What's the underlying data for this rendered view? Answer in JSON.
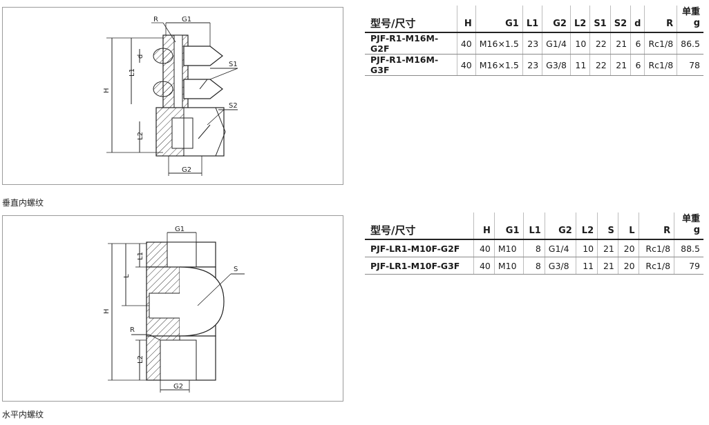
{
  "section1": {
    "caption": "垂直内螺纹",
    "dims": {
      "G1": "G1",
      "R": "R",
      "d": "d",
      "L1": "L1",
      "S1": "S1",
      "S2": "S2",
      "H": "H",
      "L2": "L2",
      "G2": "G2"
    },
    "table": {
      "headers": {
        "model": "型号/尺寸",
        "H": "H",
        "G1": "G1",
        "L1": "L1",
        "G2": "G2",
        "L2": "L2",
        "S1": "S1",
        "S2": "S2",
        "d": "d",
        "R": "R",
        "weight_line1": "单重",
        "weight_line2": "g"
      },
      "rows": [
        {
          "model": "PJF-R1-M16M-G2F",
          "H": "40",
          "G1": "M16×1.5",
          "L1": "23",
          "G2": "G1/4",
          "L2": "10",
          "S1": "22",
          "S2": "21",
          "d": "6",
          "R": "Rc1/8",
          "weight": "86.5"
        },
        {
          "model": "PJF-R1-M16M-G3F",
          "H": "40",
          "G1": "M16×1.5",
          "L1": "23",
          "G2": "G3/8",
          "L2": "11",
          "S1": "22",
          "S2": "21",
          "d": "6",
          "R": "Rc1/8",
          "weight": "78"
        }
      ]
    }
  },
  "section2": {
    "caption": "水平内螺纹",
    "dims": {
      "G1": "G1",
      "L1": "L1",
      "L": "L",
      "S": "S",
      "H": "H",
      "R": "R",
      "L2": "L2",
      "G2": "G2"
    },
    "table": {
      "headers": {
        "model": "型号/尺寸",
        "H": "H",
        "G1": "G1",
        "L1": "L1",
        "G2": "G2",
        "L2": "L2",
        "S": "S",
        "L": "L",
        "R": "R",
        "weight_line1": "单重",
        "weight_line2": "g"
      },
      "rows": [
        {
          "model": "PJF-LR1-M10F-G2F",
          "H": "40",
          "G1": "M10",
          "L1": "8",
          "G2": "G1/4",
          "L2": "10",
          "S": "21",
          "L": "20",
          "R": "Rc1/8",
          "weight": "88.5"
        },
        {
          "model": "PJF-LR1-M10F-G3F",
          "H": "40",
          "G1": "M10",
          "L1": "8",
          "G2": "G3/8",
          "L2": "11",
          "S": "21",
          "L": "20",
          "R": "Rc1/8",
          "weight": "79"
        }
      ]
    }
  }
}
